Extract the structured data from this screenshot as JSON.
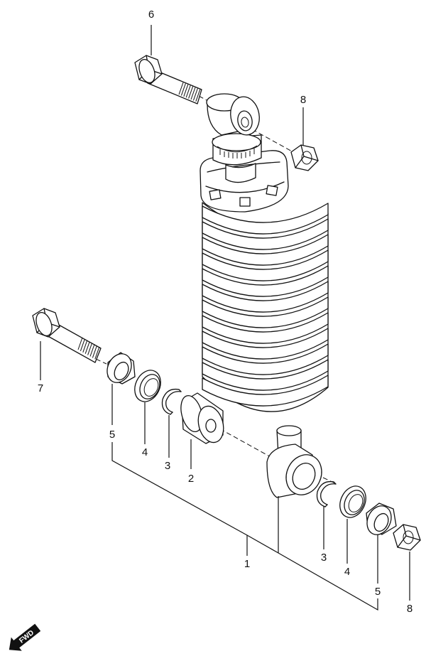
{
  "callouts": {
    "c1": "1",
    "c2": "2",
    "c3a": "3",
    "c3b": "3",
    "c4a": "4",
    "c4b": "4",
    "c5a": "5",
    "c5b": "5",
    "c6": "6",
    "c7": "7",
    "c8a": "8",
    "c8b": "8"
  },
  "fwd_label": "FWD",
  "colors": {
    "line": "#111111",
    "background": "#ffffff"
  }
}
